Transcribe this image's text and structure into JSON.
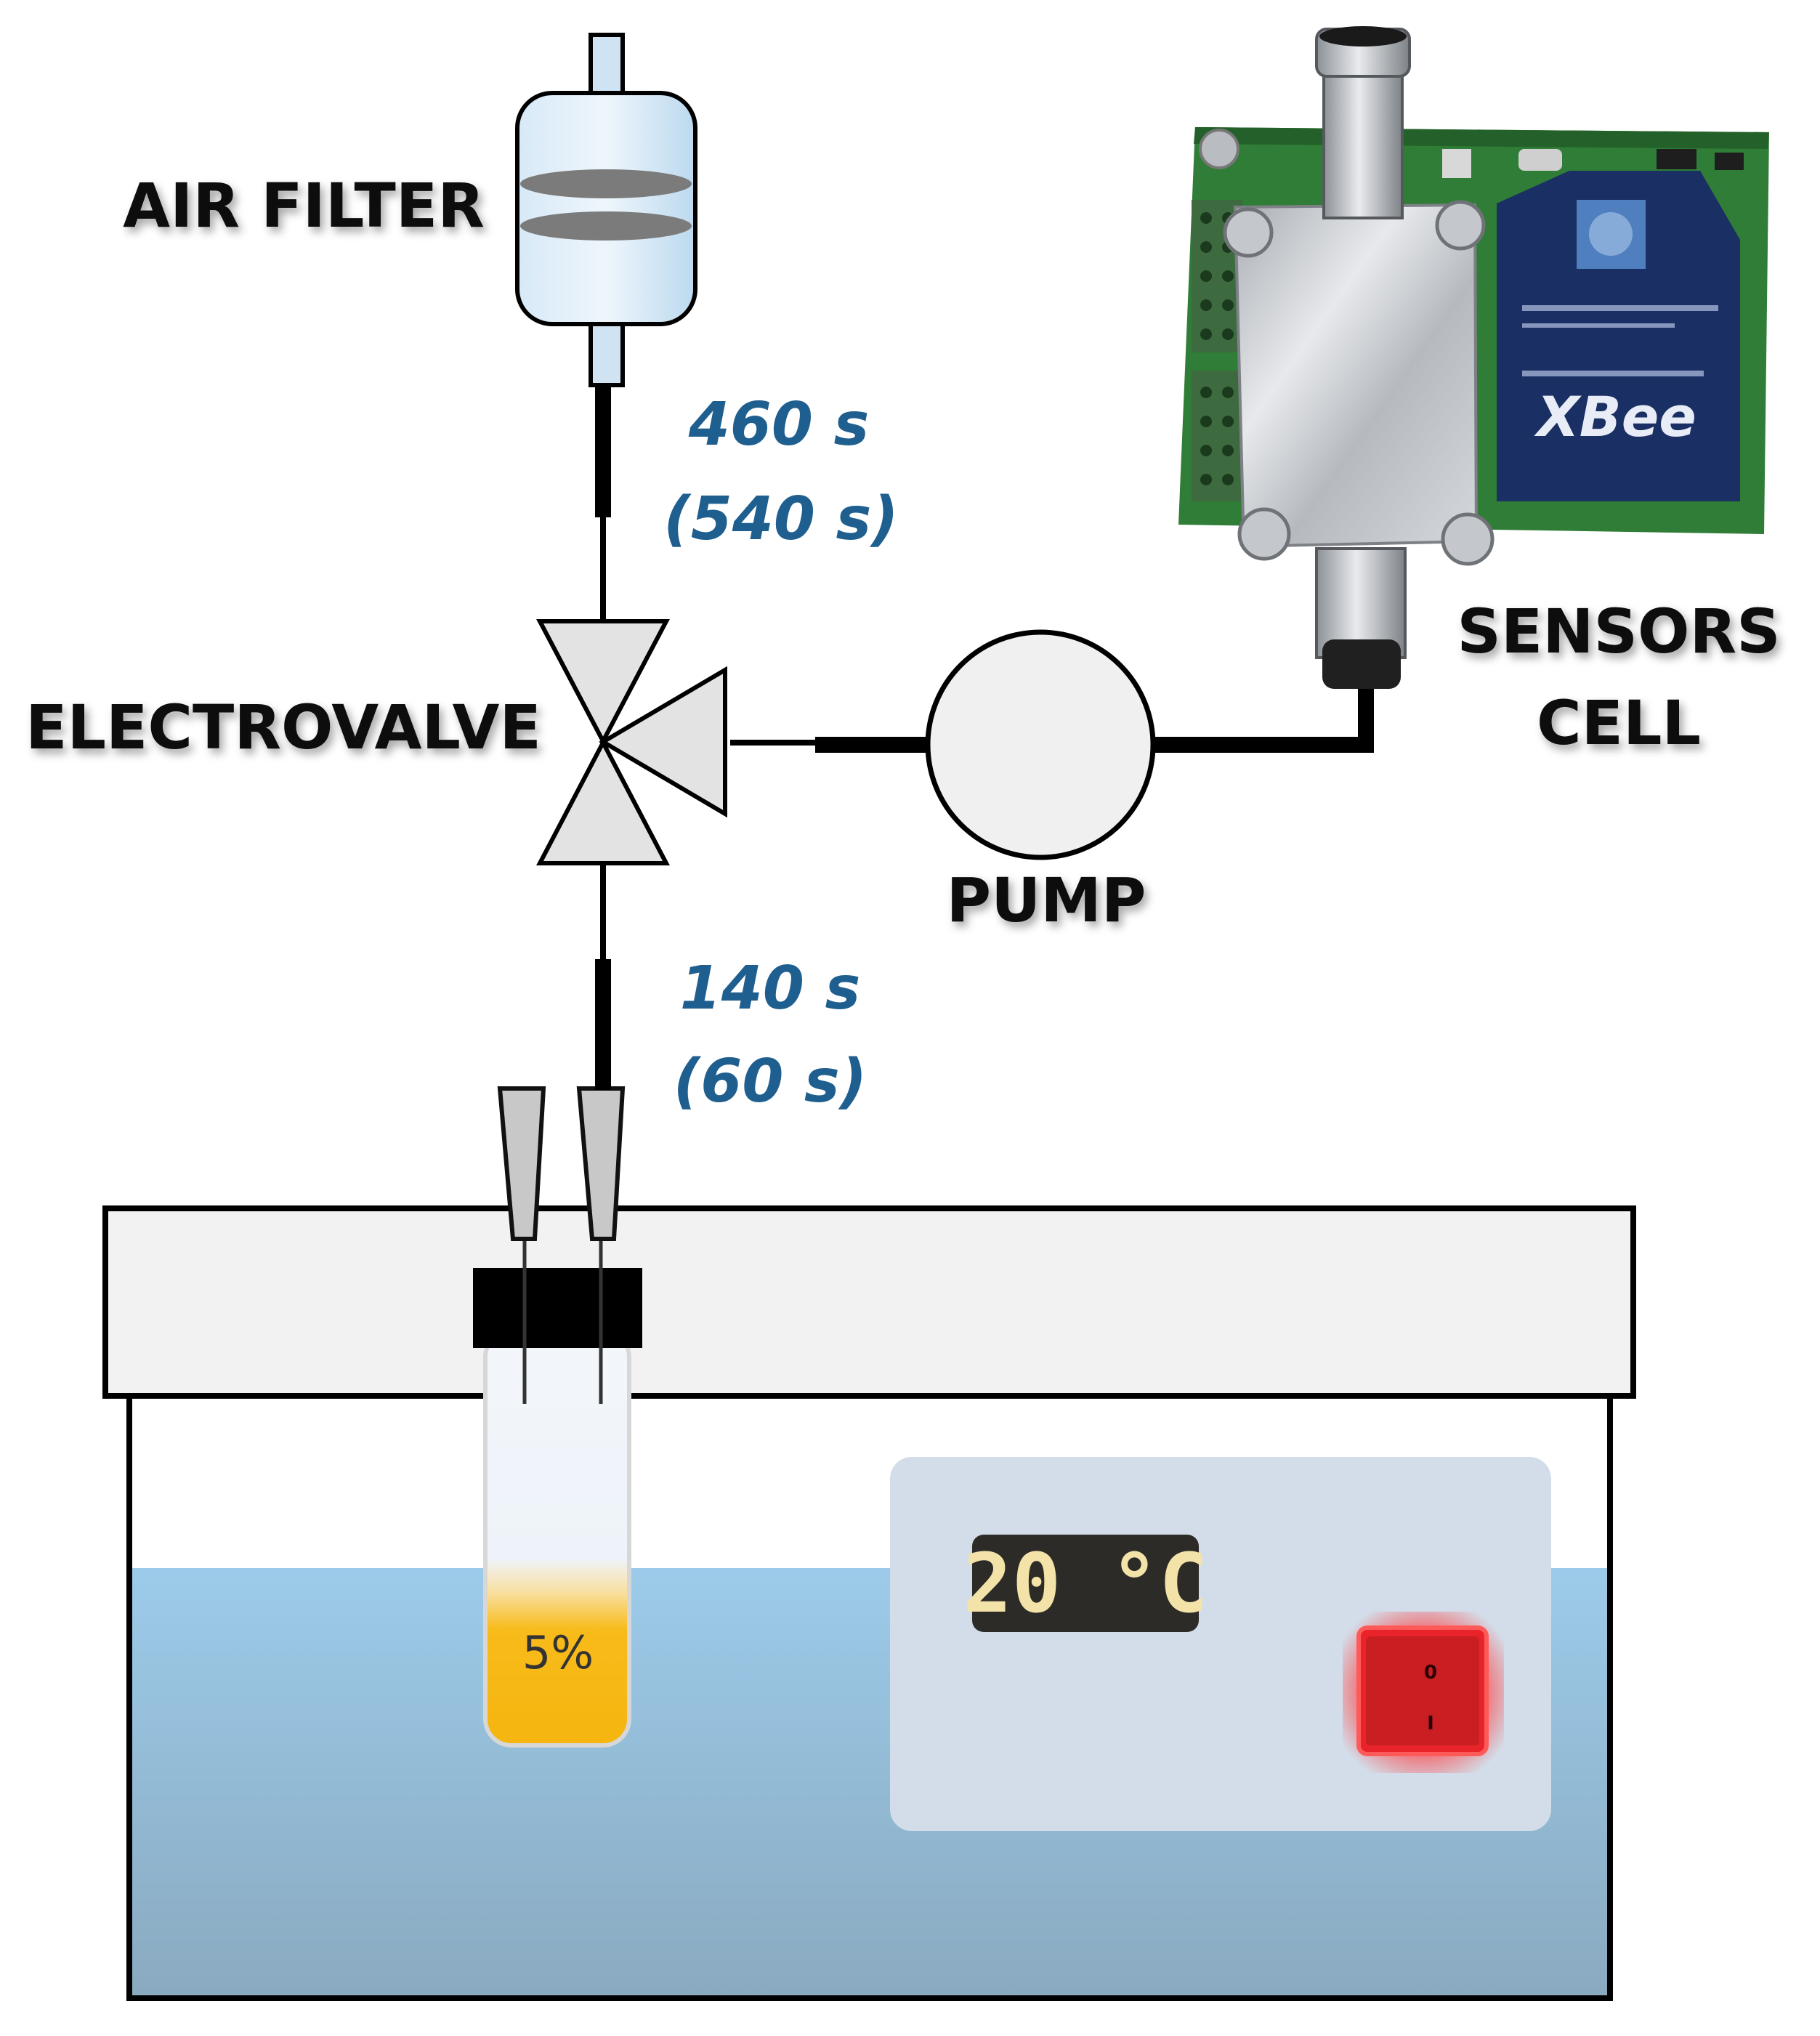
{
  "labels": {
    "air_filter": "AIR FILTER",
    "electrovalve": "ELECTROVALVE",
    "pump": "PUMP",
    "sensors_line1": "SENSORS",
    "sensors_line2": "CELL"
  },
  "timings": {
    "upper_line1": "460 s",
    "upper_line2": "(540 s)",
    "lower_line1": "140 s",
    "lower_line2": "(60 s)"
  },
  "tube": {
    "concentration": "5%"
  },
  "controller": {
    "temperature": "20 °C",
    "switch_top": "0",
    "switch_bottom": "I"
  },
  "board": {
    "module_brand": "XBee"
  },
  "colors": {
    "water": "#9ec9e6",
    "tube_liquid": "#f7bb1a",
    "timing_text": "#1f5f8f",
    "switch": "#e8232a",
    "panel": "#d3dde9",
    "pcb": "#2f7d36"
  }
}
